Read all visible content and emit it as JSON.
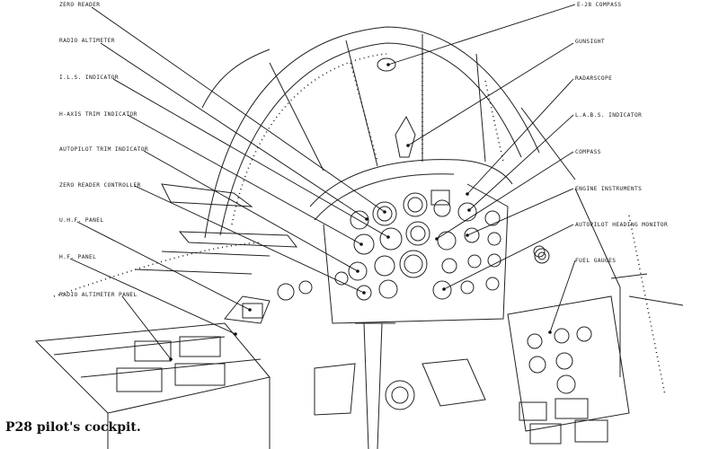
{
  "caption": "P28 pilot's cockpit.",
  "labels": {
    "zero_reader": "ZERO READER",
    "radio_altimeter": "RADIO ALTIMETER",
    "ils_indicator": "I.L.S. INDICATOR",
    "h_axis_trim_indicator": "H-AXIS TRIM INDICATOR",
    "autopilot_trim_indicator": "AUTOPILOT TRIM INDICATOR",
    "zero_reader_controller": "ZERO READER CONTROLLER",
    "uhf_panel": "U.H.F. PANEL",
    "hf_panel": "H.F. PANEL",
    "radio_altimeter_panel": "RADIO ALTIMETER PANEL",
    "e28_compass": "E-28 COMPASS",
    "gunsight": "GUNSIGHT",
    "radarscope": "RADARSCOPE",
    "labs_indicator": "L.A.B.S. INDICATOR",
    "compass": "COMPASS",
    "engine_instruments": "ENGINE INSTRUMENTS",
    "autopilot_heading_monitor": "AUTOPILOT HEADING MONITOR",
    "fuel_gauges": "FUEL GAUGES"
  }
}
